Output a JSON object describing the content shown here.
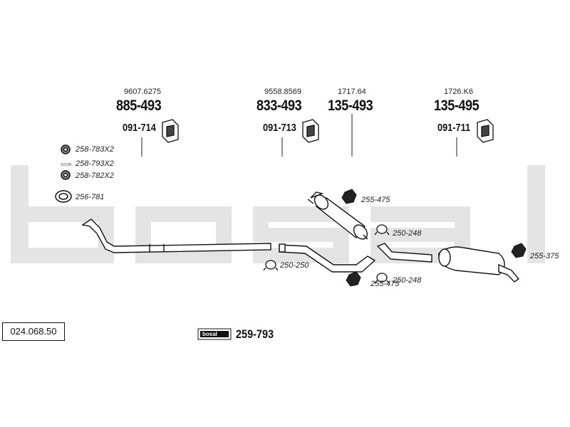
{
  "watermark": {
    "text": "bosal",
    "color": "#e4e4e4"
  },
  "groups": [
    {
      "oe": "9607.6275",
      "part": "885-493",
      "hanger": "091-714"
    },
    {
      "oe": "9558.8569",
      "part": "833-493",
      "hanger": "091-713"
    },
    {
      "oe": "1717.64",
      "part": "135-493"
    },
    {
      "oe": "1726.K6",
      "part": "135-495",
      "hanger": "091-711"
    }
  ],
  "fittings": {
    "ring1": "258-783X2",
    "ring2_tag": "ECOR",
    "ring2": "258-793X2",
    "ring3": "258-782X2",
    "gasket": "256-781",
    "nut_top": "255-475",
    "clamp_front": "250-250",
    "clamp_mid_top": "250-248",
    "clamp_mid_bottom": "250-248",
    "nut_bottom": "255-475",
    "nut_rear": "255-375"
  },
  "catalog_code": "024.068.50",
  "kit": {
    "badge": "bosal",
    "number": "259-793"
  }
}
